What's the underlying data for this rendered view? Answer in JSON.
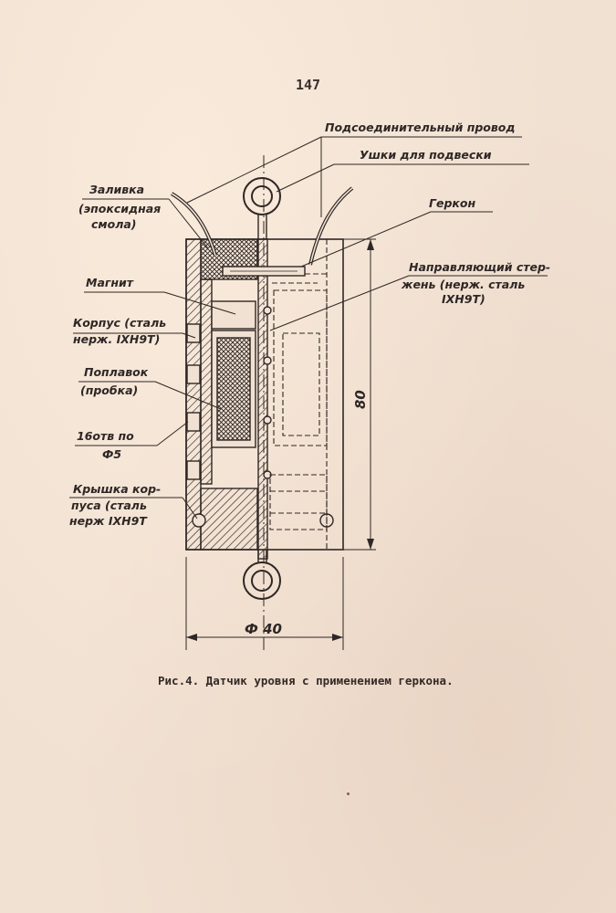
{
  "page": {
    "number": "147"
  },
  "figure": {
    "caption": "Рис.4. Датчик уровня с применением геркона.",
    "labels": {
      "wire": "Подсоединительный провод",
      "eyes": "Ушки для подвески",
      "reed": "Геркон",
      "guide_1": "Направляющий стер-",
      "guide_2": "жень (нерж. сталь",
      "guide_3": "IXH9T)",
      "potting_1": "Заливка",
      "potting_2": "(эпоксидная",
      "potting_3": "смола)",
      "magnet": "Магнит",
      "body_1": "Корпус (сталь",
      "body_2": "нерж. IXH9T)",
      "float_1": "Поплавок",
      "float_2": "(пробка)",
      "holes_1": "16отв по",
      "holes_2": "Ф5",
      "lid_1": "Крышка кор-",
      "lid_2": "пуса (сталь",
      "lid_3": "нерж IXH9T"
    },
    "dimensions": {
      "height": "80",
      "diameter": "Ф 40"
    }
  }
}
